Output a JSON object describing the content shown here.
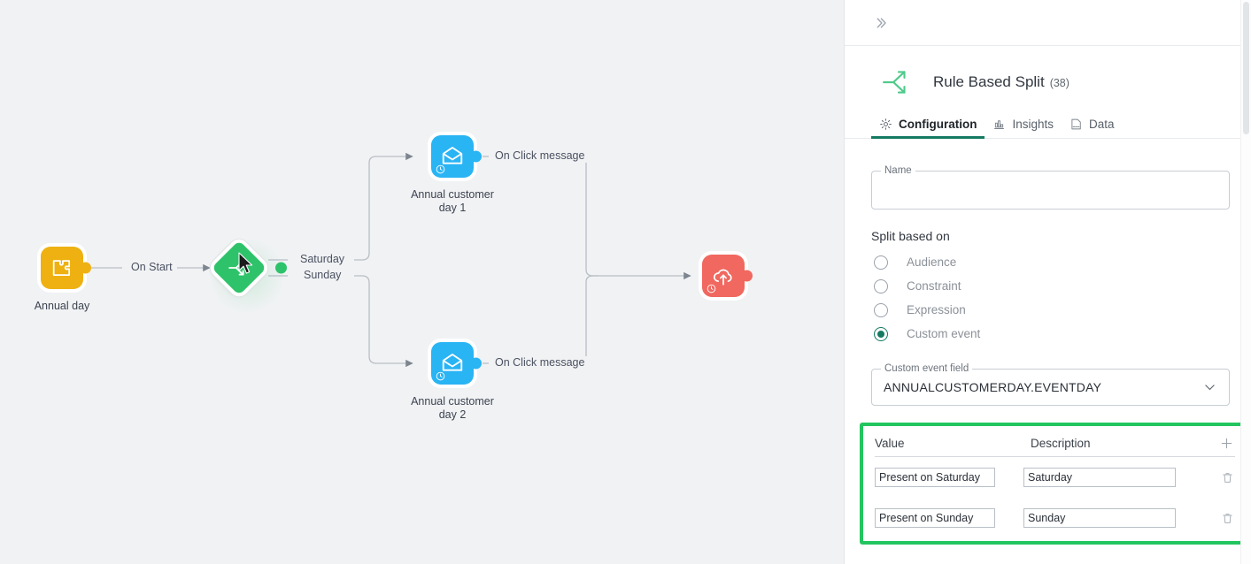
{
  "canvas": {
    "nodes": [
      {
        "id": "annual-day",
        "label": "Annual day",
        "icon": "puzzle-icon",
        "color": "#eeb111"
      },
      {
        "id": "rule-based-split",
        "label": "",
        "icon": "split-icon",
        "color": "#2ec36a"
      },
      {
        "id": "annual-customer-1",
        "label": "Annual customer\nday 1",
        "icon": "envelope-icon",
        "color": "#29b4f4"
      },
      {
        "id": "annual-customer-2",
        "label": "Annual customer\nday 2",
        "icon": "envelope-icon",
        "color": "#29b4f4"
      },
      {
        "id": "cloud-upload",
        "label": "",
        "icon": "cloud-upload-icon",
        "color": "#f0685f"
      }
    ],
    "node_labels": {
      "annual_day": "Annual day",
      "customer1_line1": "Annual customer",
      "customer1_line2": "day 1",
      "customer2_line1": "Annual customer",
      "customer2_line2": "day 2"
    },
    "edges": [
      {
        "label": "On Start",
        "from": "annual-day",
        "to": "rule-based-split"
      },
      {
        "label": "Saturday",
        "from": "rule-based-split",
        "to": "annual-customer-1"
      },
      {
        "label": "Sunday",
        "from": "rule-based-split",
        "to": "annual-customer-2"
      },
      {
        "label": "On Click message",
        "from": "annual-customer-1",
        "to": "cloud-upload"
      },
      {
        "label": "On Click message",
        "from": "annual-customer-2",
        "to": "cloud-upload"
      }
    ],
    "edge_labels": {
      "on_start": "On Start",
      "saturday": "Saturday",
      "sunday": "Sunday",
      "on_click_1": "On Click message",
      "on_click_2": "On Click message"
    },
    "background_color": "#f1f2f4"
  },
  "panel": {
    "collapse_icon": "chevron-double-right-icon",
    "header": {
      "icon": "split-icon",
      "title": "Rule Based Split",
      "count": "(38)"
    },
    "tabs": [
      {
        "label": "Configuration",
        "icon": "gear-icon",
        "active": true
      },
      {
        "label": "Insights",
        "icon": "bar-chart-icon",
        "active": false
      },
      {
        "label": "Data",
        "icon": "sql-icon",
        "active": false
      }
    ],
    "name_field": {
      "legend": "Name",
      "value": "",
      "placeholder": ""
    },
    "split_based_on": {
      "title": "Split based on",
      "options": [
        {
          "label": "Audience",
          "selected": false
        },
        {
          "label": "Constraint",
          "selected": false
        },
        {
          "label": "Expression",
          "selected": false
        },
        {
          "label": "Custom event",
          "selected": true
        }
      ]
    },
    "custom_event_field": {
      "legend": "Custom event field",
      "value": "ANNUALCUSTOMERDAY.EVENTDAY",
      "chevron": "chevron-down-icon"
    },
    "value_table": {
      "highlight_color": "#23c55f",
      "columns": [
        "Value",
        "Description"
      ],
      "add_icon": "plus-icon",
      "delete_icon": "trash-icon",
      "rows": [
        {
          "value": "Present on Saturday",
          "description": "Saturday"
        },
        {
          "value": "Present on Sunday",
          "description": "Sunday"
        }
      ]
    }
  },
  "colors": {
    "accent_green": "#157a62",
    "highlight_green": "#23c55f",
    "node_amber": "#eeb111",
    "node_blue": "#29b4f4",
    "node_red": "#f0685f",
    "node_split_green": "#2ec36a",
    "canvas_bg": "#f1f2f4"
  }
}
